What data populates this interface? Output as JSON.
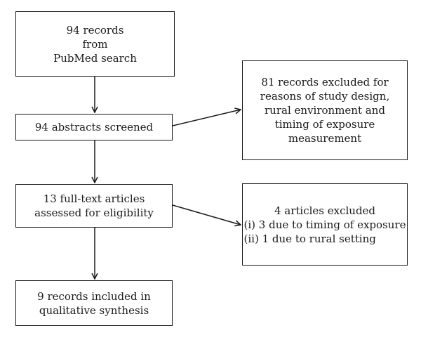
{
  "flowchart": {
    "records_box": "94 records\nfrom\nPubMed search",
    "screened_box": "94 abstracts screened",
    "fulltext_box": "13 full-text articles\nassessed for eligibility",
    "included_box": "9 records included in\nqualitative synthesis",
    "excluded_abstracts_box": "81 records excluded for\nreasons of study design,\nrural environment and\ntiming of exposure\nmeasurement",
    "excluded_fulltext": {
      "heading": "4 articles excluded",
      "items": [
        "(i) 3 due to timing of exposure",
        "(ii) 1 due to rural setting"
      ]
    }
  },
  "colors": {
    "stroke": "#1a1a1a",
    "background": "#ffffff"
  }
}
